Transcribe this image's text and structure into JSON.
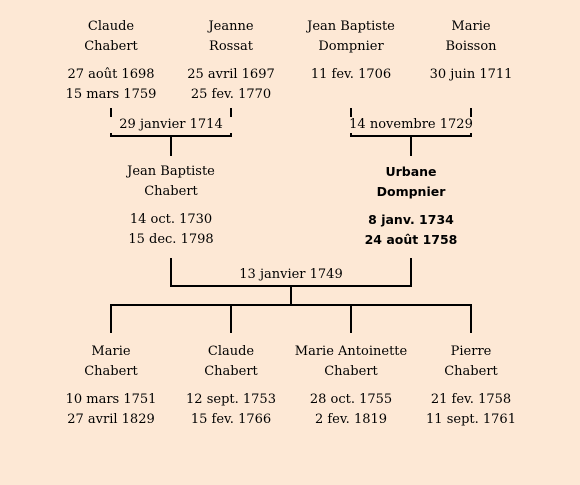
{
  "colors": {
    "background": "#fde8d5",
    "lines": "#000000"
  },
  "grandparents": [
    {
      "first": "Claude",
      "last": "Chabert",
      "birth": "27 août 1698",
      "death": "15 mars 1759"
    },
    {
      "first": "Jeanne",
      "last": "Rossat",
      "birth": "25 avril 1697",
      "death": "25 fev. 1770"
    },
    {
      "first": "Jean Baptiste",
      "last": "Dompnier",
      "birth": "11 fev. 1706",
      "death": ""
    },
    {
      "first": "Marie",
      "last": "Boisson",
      "birth": "30 juin 1711",
      "death": ""
    }
  ],
  "grandparent_marriages": [
    "29 janvier 1714",
    "14 novembre 1729"
  ],
  "parents": [
    {
      "first": "Jean Baptiste",
      "last": "Chabert",
      "birth": "14 oct. 1730",
      "death": "15 dec. 1798",
      "highlight": false
    },
    {
      "first": "Urbane",
      "last": "Dompnier",
      "birth": "8 janv. 1734",
      "death": "24 août 1758",
      "highlight": true
    }
  ],
  "parent_marriage": "13 janvier 1749",
  "children": [
    {
      "first": "Marie",
      "last": "Chabert",
      "birth": "10 mars 1751",
      "death": "27 avril 1829"
    },
    {
      "first": "Claude",
      "last": "Chabert",
      "birth": "12 sept. 1753",
      "death": "15 fev. 1766"
    },
    {
      "first": "Marie Antoinette",
      "last": "Chabert",
      "birth": "28 oct. 1755",
      "death": "2 fev. 1819"
    },
    {
      "first": "Pierre",
      "last": "Chabert",
      "birth": "21 fev. 1758",
      "death": "11 sept. 1761"
    }
  ]
}
